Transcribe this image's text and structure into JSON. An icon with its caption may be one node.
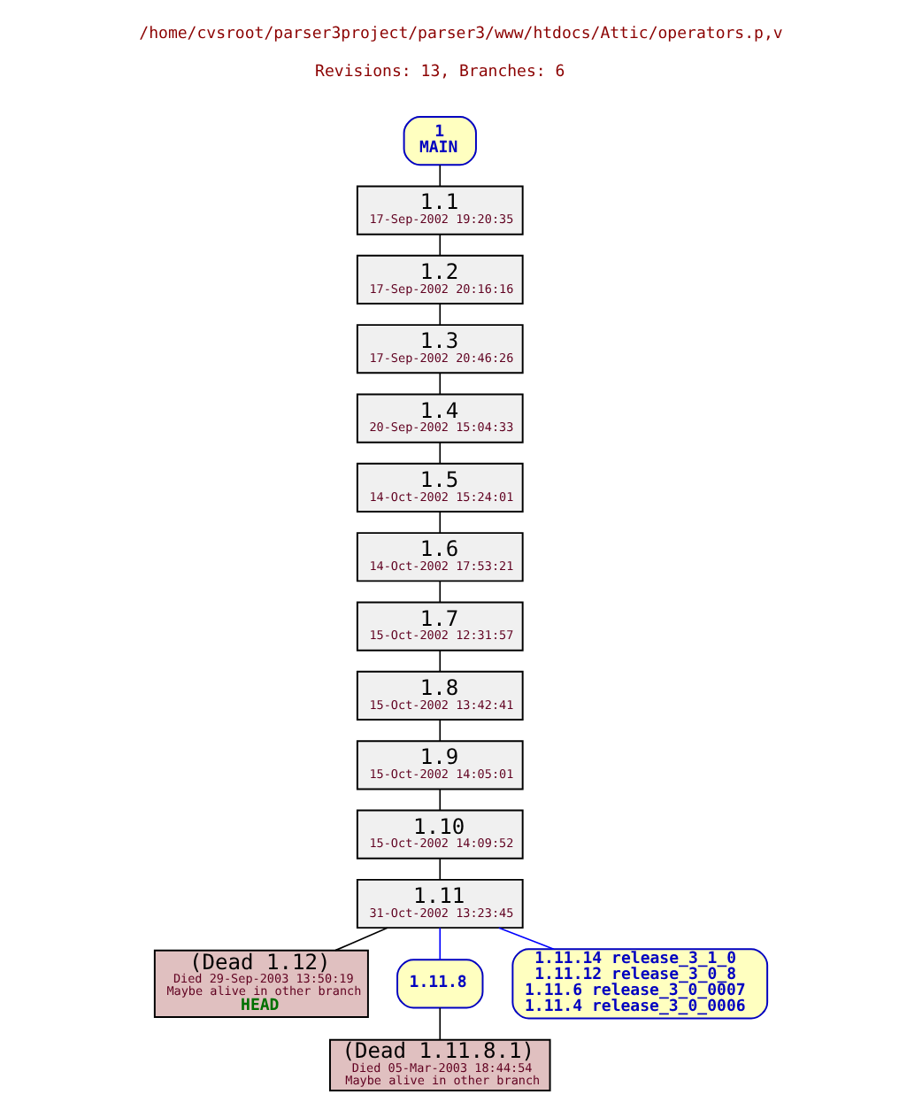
{
  "diagram": {
    "title": "/home/cvsroot/parser3project/parser3/www/htdocs/Attic/operators.p,v",
    "nodes": [
      {
        "text": [
          "1",
          "MAIN"
        ]
      },
      {
        "text": [
          "1.1",
          "17-Sep-2002 19:20:35"
        ]
      },
      {
        "text": [
          "1.2",
          "17-Sep-2002 20:16:16"
        ]
      },
      {
        "text": [
          "1.3",
          "17-Sep-2002 20:46:26"
        ]
      },
      {
        "text": [
          "1.4",
          "20-Sep-2002 15:04:33"
        ]
      },
      {
        "text": [
          "1.5",
          "14-Oct-2002 15:24:01"
        ]
      },
      {
        "text": [
          "1.6",
          "14-Oct-2002 17:53:21"
        ]
      },
      {
        "text": [
          "1.7",
          "15-Oct-2002 12:31:57"
        ]
      },
      {
        "text": [
          "1.8",
          "15-Oct-2002 13:42:41"
        ]
      },
      {
        "text": [
          "1.9",
          "15-Oct-2002 14:05:01"
        ]
      },
      {
        "text": [
          "1.10",
          "15-Oct-2002 14:09:52"
        ]
      },
      {
        "text": [
          "1.11",
          "31-Oct-2002 13:23:45"
        ]
      },
      {
        "text": [
          "(Dead 1.12)",
          "Died 29-Sep-2003 13:50:19",
          "Maybe alive in other branch",
          "HEAD"
        ]
      },
      {
        "text": [
          "1.11.8"
        ]
      },
      {
        "text": [
          "(Dead 1.11.8.1)",
          "Died 05-Mar-2003 18:44:54",
          "Maybe alive in other branch"
        ]
      },
      {
        "text": [
          "1.11.14 release_3_1_0",
          "1.11.12 release_3_0_8",
          "1.11.6 release_3_0_0007",
          "1.11.4 release_3_0_0006"
        ]
      }
    ],
    "edges": [
      {
        "from": 0,
        "to": 1,
        "arrow": "none"
      },
      {
        "from": 1,
        "to": 2,
        "arrow": "none"
      },
      {
        "from": 2,
        "to": 3,
        "arrow": "none"
      },
      {
        "from": 3,
        "to": 4,
        "arrow": "none"
      },
      {
        "from": 4,
        "to": 5,
        "arrow": "none"
      },
      {
        "from": 5,
        "to": 6,
        "arrow": "none"
      },
      {
        "from": 6,
        "to": 7,
        "arrow": "none"
      },
      {
        "from": 7,
        "to": 8,
        "arrow": "none"
      },
      {
        "from": 8,
        "to": 9,
        "arrow": "none"
      },
      {
        "from": 9,
        "to": 10,
        "arrow": "none"
      },
      {
        "from": 10,
        "to": 11,
        "arrow": "none"
      },
      {
        "from": 11,
        "to": 12,
        "arrow": "none"
      },
      {
        "from": 11,
        "to": 13,
        "arrow": "none",
        "color": "#0000ff"
      },
      {
        "from": 11,
        "to": 15,
        "arrow": "none",
        "color": "#0000ff"
      },
      {
        "from": 13,
        "to": 14,
        "arrow": "none"
      }
    ],
    "labels": [
      "Revisions: 13, Branches: 6"
    ]
  }
}
